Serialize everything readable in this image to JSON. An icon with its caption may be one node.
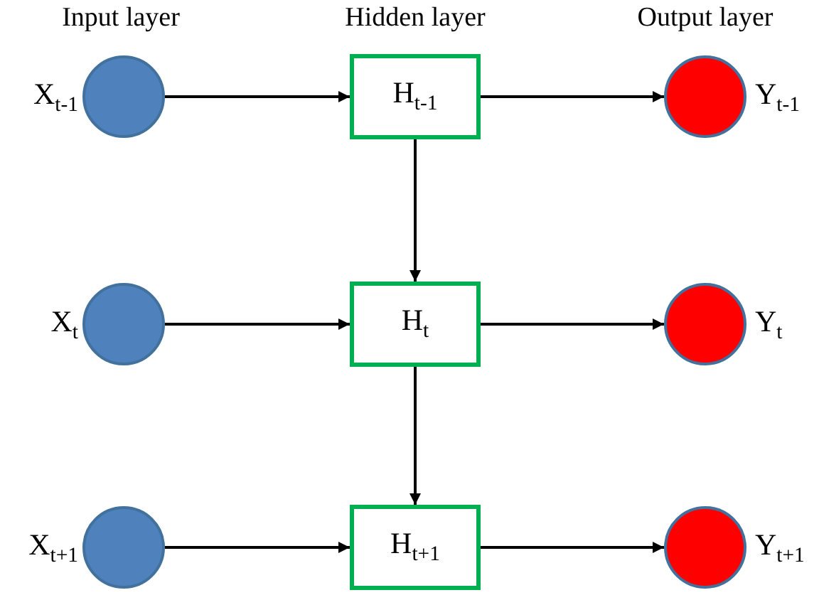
{
  "diagram": {
    "nodes": [
      {
        "text": [],
        "shape": "circle",
        "beside": [
          "X$_{t-1}$"
        ]
      },
      {
        "text": [
          "H$_{t-1}$"
        ]
      },
      {
        "text": [],
        "shape": "circle",
        "beside": [
          "Y$_{t-1}$"
        ]
      },
      {
        "text": [],
        "shape": "circle",
        "beside": [
          "X$_{t}$"
        ]
      },
      {
        "text": [
          "H$_{t}$"
        ]
      },
      {
        "text": [],
        "shape": "circle",
        "beside": [
          "Y$_{t}$"
        ]
      },
      {
        "text": [],
        "shape": "circle",
        "beside": [
          "X$_{t+1}$"
        ]
      },
      {
        "text": [
          "H$_{t+1}$"
        ]
      },
      {
        "text": [],
        "shape": "circle",
        "beside": [
          "Y$_{t+1}$"
        ]
      }
    ],
    "edges": [
      {
        "from": 0,
        "to": 1,
        "arrow": "to"
      },
      {
        "from": 1,
        "to": 2,
        "arrow": "to"
      },
      {
        "from": 1,
        "to": 4,
        "arrow": "to"
      },
      {
        "from": 3,
        "to": 4,
        "arrow": "to"
      },
      {
        "from": 4,
        "to": 5,
        "arrow": "to"
      },
      {
        "from": 4,
        "to": 7,
        "arrow": "to"
      },
      {
        "from": 6,
        "to": 7,
        "arrow": "to"
      },
      {
        "from": 7,
        "to": 8,
        "arrow": "to"
      }
    ],
    "labels": [
      "Input layer",
      "Hidden layer",
      "Output layer"
    ]
  }
}
